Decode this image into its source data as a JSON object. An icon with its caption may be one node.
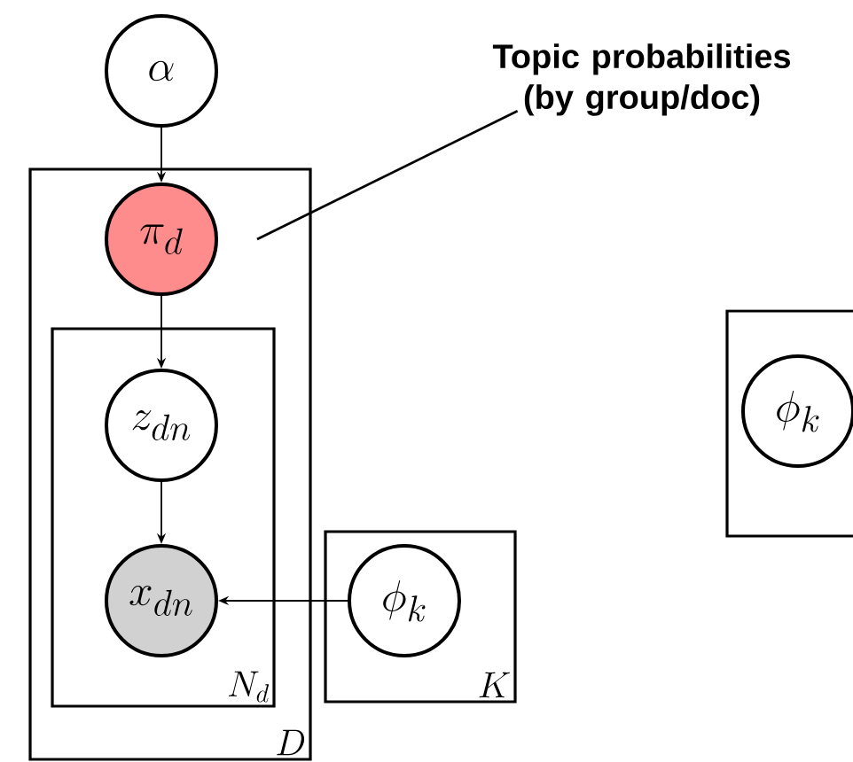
{
  "diagram": {
    "nodes": [
      {
        "text": [
          "\\alpha"
        ]
      },
      {
        "text": [
          "D"
        ]
      },
      {
        "text": [
          "\\pi_d"
        ],
        "in": 1
      },
      {
        "text": [
          "N_d"
        ],
        "in": 1
      },
      {
        "text": [
          "z_{dn}"
        ],
        "in": 3
      },
      {
        "text": [
          "x_{dn}"
        ],
        "in": 3
      },
      {
        "text": [
          "K"
        ]
      },
      {
        "text": [
          "\\phi_k"
        ],
        "in": 6
      },
      {
        "text": [],
        "shape": "box"
      },
      {
        "text": [
          "\\phi_k"
        ],
        "in": 8
      },
      {
        "text": [
          "Topic probabilities (by group/doc)"
        ]
      }
    ],
    "edges": [
      {
        "from": 0,
        "to": 2,
        "arrow": "to"
      },
      {
        "from": 2,
        "to": 4,
        "arrow": "to"
      },
      {
        "from": 4,
        "to": 5,
        "arrow": "to"
      },
      {
        "from": 7,
        "to": 5,
        "arrow": "to"
      },
      {
        "from": 10,
        "to": 2,
        "arrow": "none"
      }
    ]
  }
}
